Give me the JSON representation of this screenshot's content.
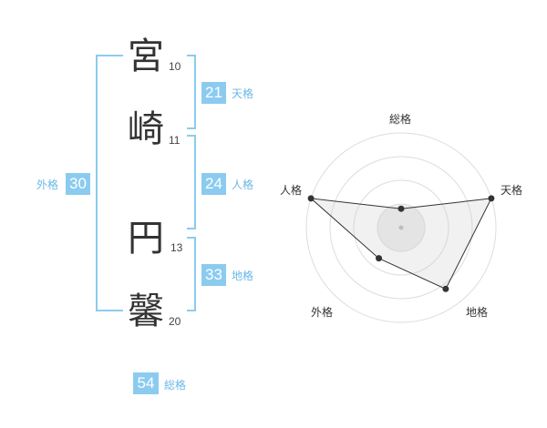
{
  "name": {
    "chars": [
      {
        "char": "宮",
        "strokes": "10"
      },
      {
        "char": "崎",
        "strokes": "11"
      },
      {
        "char": "円",
        "strokes": "13"
      },
      {
        "char": "馨",
        "strokes": "20"
      }
    ]
  },
  "kakusu": {
    "tenkaku": {
      "value": "21",
      "label": "天格"
    },
    "jinkaku": {
      "value": "24",
      "label": "人格"
    },
    "chikaku": {
      "value": "33",
      "label": "地格"
    },
    "gaikaku": {
      "value": "30",
      "label": "外格"
    },
    "soukaku": {
      "value": "54",
      "label": "総格"
    }
  },
  "colors": {
    "accent": "#8ccbf0",
    "text": "#333333",
    "radar_line": "#333333"
  },
  "chart_data": {
    "type": "radar",
    "axes": [
      "総格",
      "天格",
      "地格",
      "外格",
      "人格"
    ],
    "values": [
      0.2,
      1.0,
      0.8,
      0.4,
      1.0
    ],
    "rings": 4,
    "grid": true
  }
}
